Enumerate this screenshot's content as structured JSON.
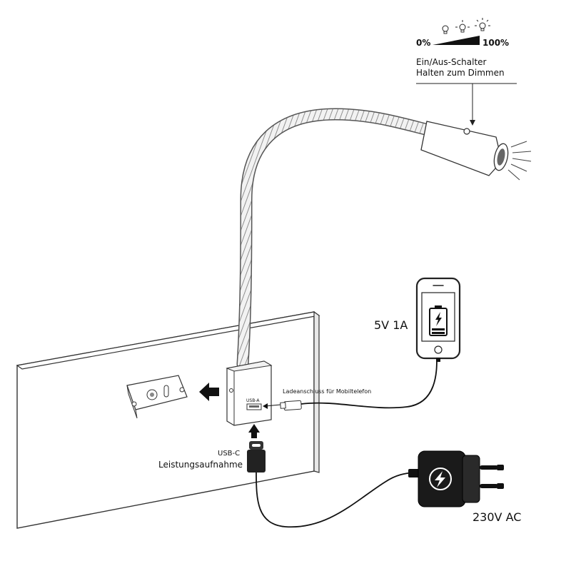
{
  "dimmer": {
    "min_label": "0%",
    "max_label": "100%",
    "switch_line1": "Ein/Aus-Schalter",
    "switch_line2": "Halten zum Dimmen"
  },
  "phone": {
    "spec": "5V 1A"
  },
  "ports": {
    "usb_a_label": "USB-A",
    "charging_port_label": "Ladeanschluss für Mobiltelefon",
    "usb_c_label": "USB-C",
    "power_input_label": "Leistungsaufnahme"
  },
  "adapter": {
    "spec": "230V AC"
  }
}
